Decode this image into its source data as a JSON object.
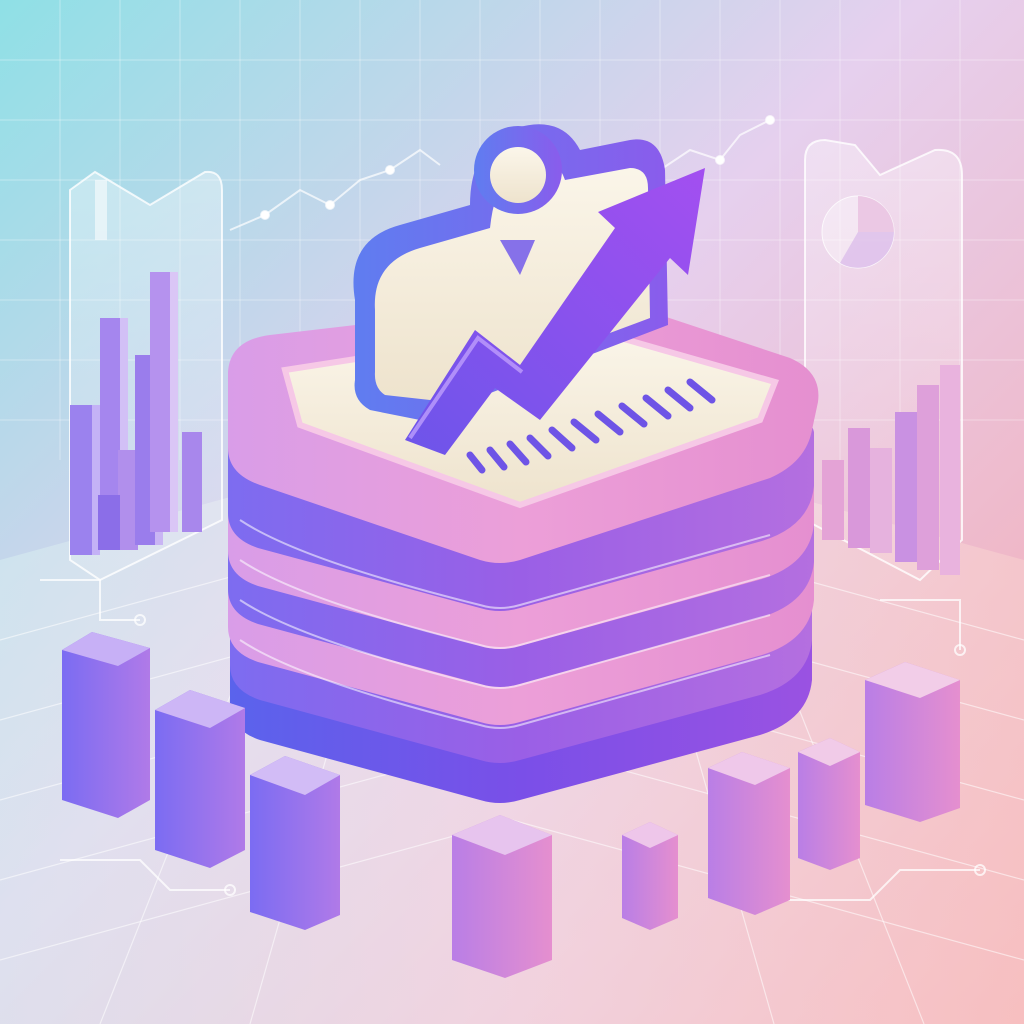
{
  "scene": {
    "subject": "isometric-data-stack-illustration",
    "icons": [
      "person-growth-chart-icon",
      "trend-arrow-icon",
      "document-lines-icon"
    ],
    "palette": {
      "bg_left": "#8fe0e6",
      "bg_mid": "#e6d0ee",
      "bg_right": "#f6a7ad",
      "stack_pink": "#e79ae0",
      "stack_violet": "#9b6cf0",
      "stack_blue": "#5b5fe8",
      "card_cream": "#f4ecd8",
      "arrow_purple": "#8b4fe8"
    },
    "panels": [
      "left-bar-chart-panel",
      "right-pie-bar-panel"
    ],
    "blocks_count": 9
  }
}
